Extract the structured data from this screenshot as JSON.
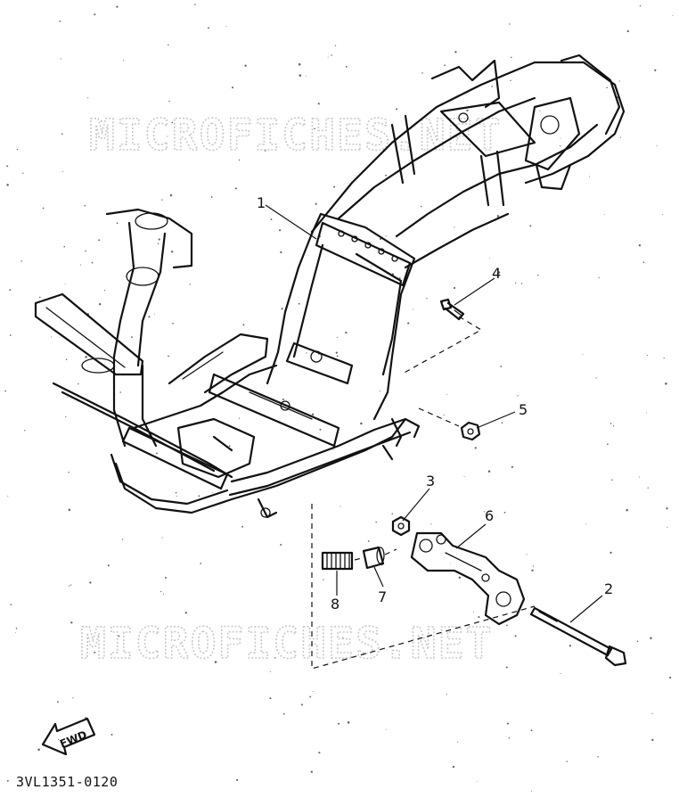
{
  "watermark_text": "MICROFICHES.NET",
  "fwd_label": "FWD",
  "diagram_code": "3VL1351-0120",
  "callouts": {
    "frame": "1",
    "bolt": "2",
    "nut_small": "3",
    "bolt_short": "4",
    "nut": "5",
    "bracket": "6",
    "collar": "7",
    "spring": "8"
  }
}
